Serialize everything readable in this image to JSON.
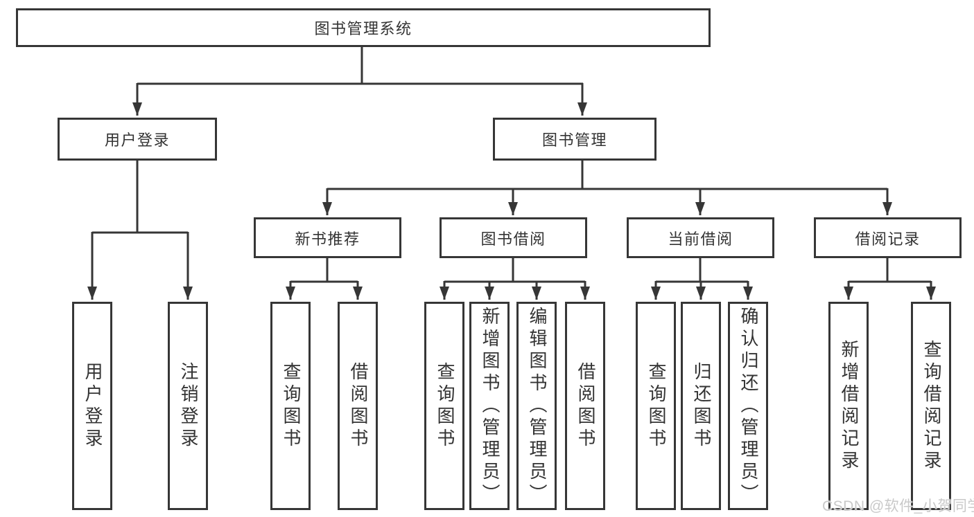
{
  "watermark": "CSDN @软件_小贺同学",
  "colors": {
    "line": "#363636",
    "border": "#363636",
    "text": "#333333",
    "watermark_text": "#c9c9c9",
    "background": "#ffffff"
  },
  "tree": {
    "root": {
      "label": "图书管理系统"
    },
    "branches": [
      {
        "label": "用户登录",
        "children": [
          {
            "label": "用户登录"
          },
          {
            "label": "注销登录"
          }
        ]
      },
      {
        "label": "图书管理",
        "groups": [
          {
            "label": "新书推荐",
            "children": [
              {
                "label": "查询图书"
              },
              {
                "label": "借阅图书"
              }
            ]
          },
          {
            "label": "图书借阅",
            "children": [
              {
                "label": "查询图书"
              },
              {
                "label": "新增图书（管理员）"
              },
              {
                "label": "编辑图书（管理员）"
              },
              {
                "label": "借阅图书"
              }
            ]
          },
          {
            "label": "当前借阅",
            "children": [
              {
                "label": "查询图书"
              },
              {
                "label": "归还图书"
              },
              {
                "label": "确认归还（管理员）"
              }
            ]
          },
          {
            "label": "借阅记录",
            "children": [
              {
                "label": "新增借阅记录"
              },
              {
                "label": "查询借阅记录"
              }
            ]
          }
        ]
      }
    ]
  }
}
